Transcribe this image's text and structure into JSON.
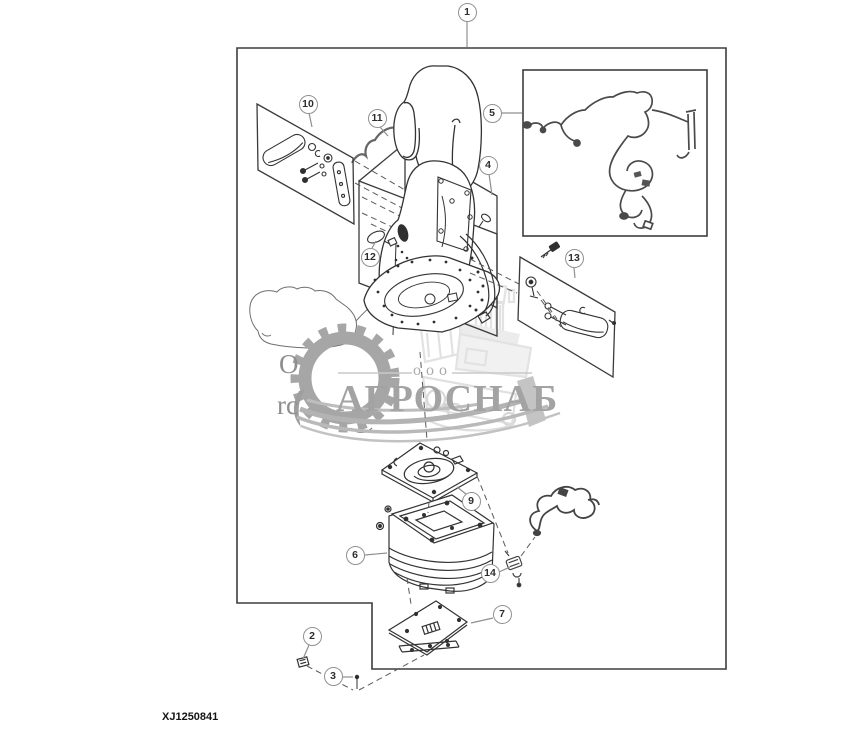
{
  "figure": {
    "drawing_code": "XJ1250841"
  },
  "callouts": {
    "c1": {
      "label": "1"
    },
    "c2": {
      "label": "2"
    },
    "c3": {
      "label": "3"
    },
    "c4": {
      "label": "4"
    },
    "c5": {
      "label": "5"
    },
    "c6": {
      "label": "6"
    },
    "c7": {
      "label": "7"
    },
    "c9": {
      "label": "9"
    },
    "c10": {
      "label": "10"
    },
    "c11": {
      "label": "11"
    },
    "c12": {
      "label": "12"
    },
    "c13": {
      "label": "13"
    },
    "c14": {
      "label": "14"
    }
  },
  "watermark": {
    "company_type": "ооо",
    "brand": "АГРОСНАБ",
    "fragment_top": "O",
    "fragment_bottom": "rc"
  },
  "colors": {
    "line_art": "#333333",
    "callout_ring": "#919191",
    "watermark_gray": "#a6a6a6",
    "watermark_light": "#e3e3e3",
    "background": "#ffffff"
  }
}
